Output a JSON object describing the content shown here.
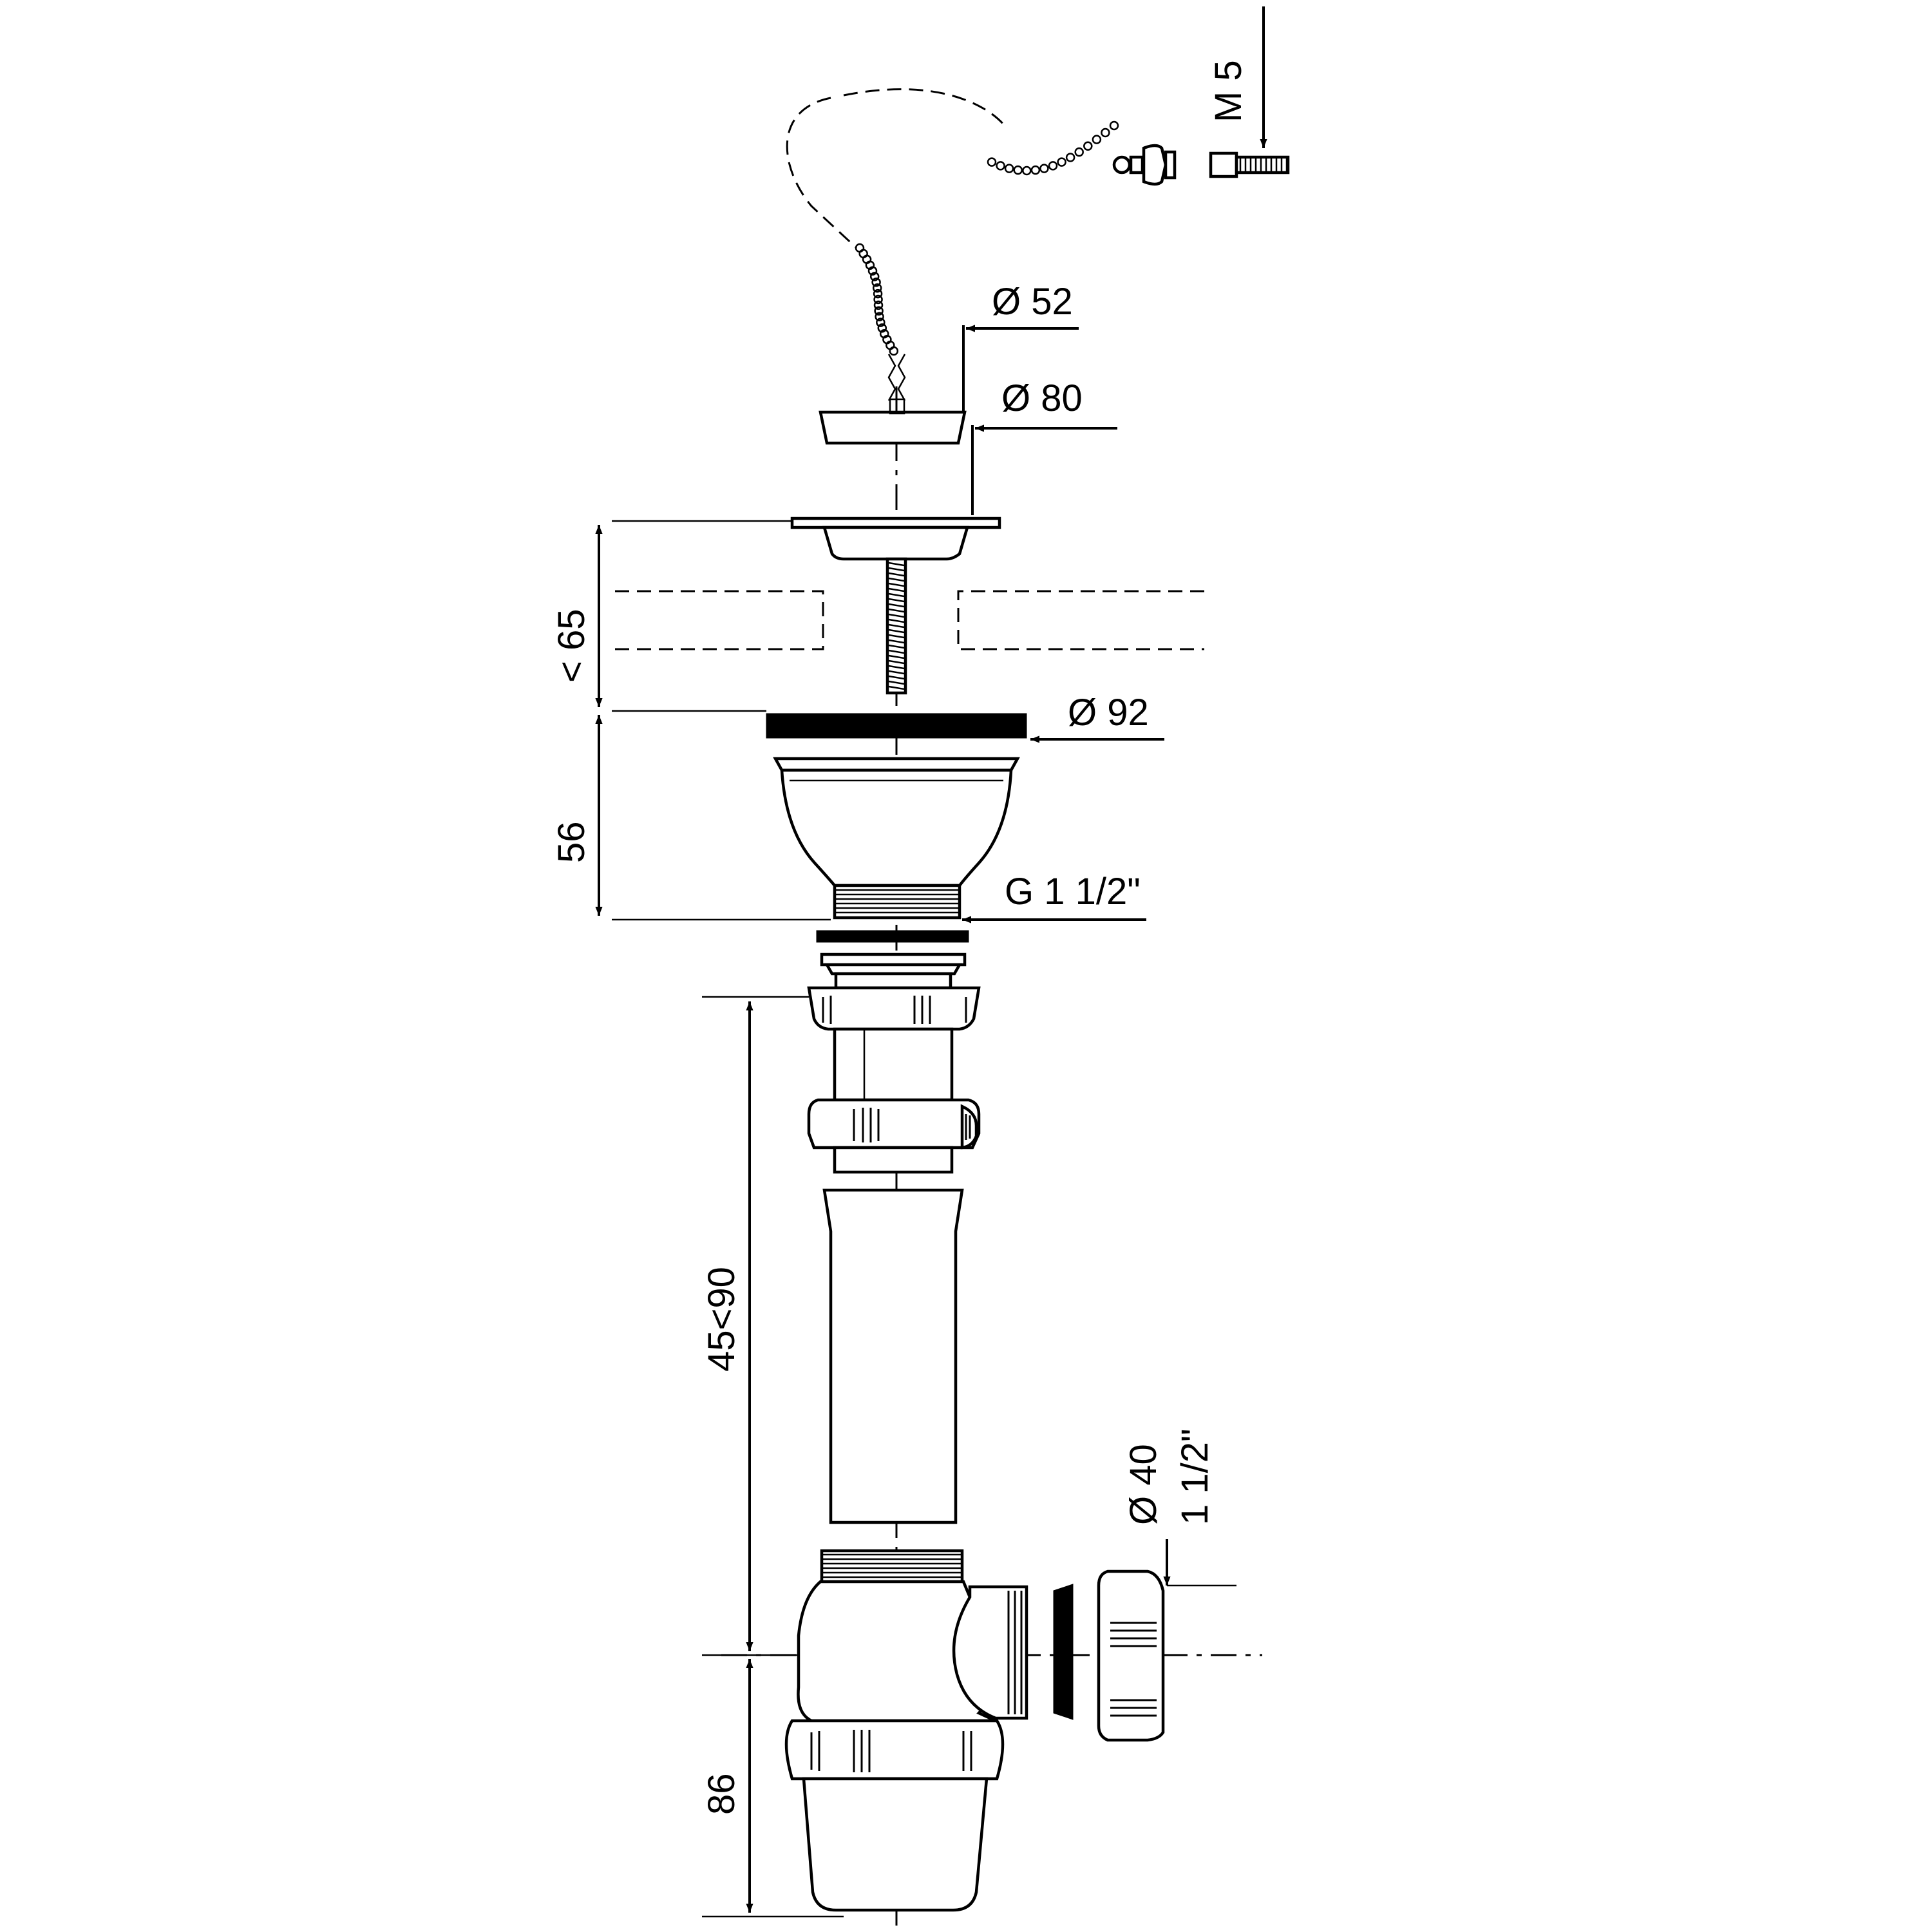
{
  "dimensions": {
    "m5": "M 5",
    "d52": "Ø 52",
    "d80": "Ø 80",
    "lt65": "< 65",
    "d92": "Ø 92",
    "h56": "56",
    "g112": "G 1 1/2\"",
    "h45_90": "45<90",
    "d40": "Ø 40",
    "inch112": "1 1/2\"",
    "h86": "86"
  }
}
